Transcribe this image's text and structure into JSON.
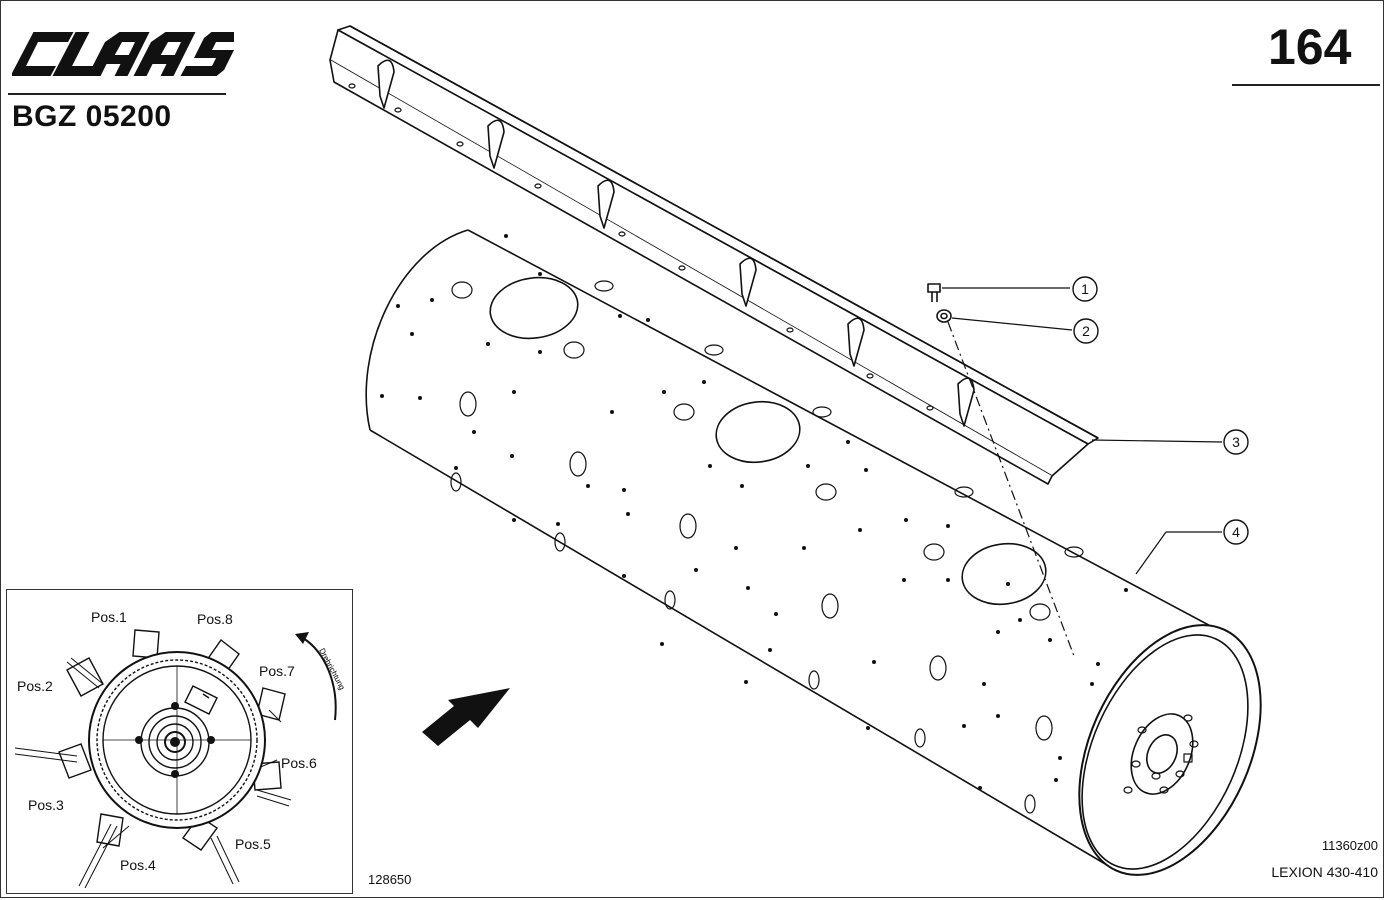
{
  "header": {
    "brand": "CLAAS",
    "doc_code": "BGZ 05200",
    "page_number": "164"
  },
  "callouts": [
    {
      "number": "1",
      "part": "screw"
    },
    {
      "number": "2",
      "part": "washer"
    },
    {
      "number": "3",
      "part": "rasp-bar-strip"
    },
    {
      "number": "4",
      "part": "drum"
    }
  ],
  "inset": {
    "positions": [
      "Pos.1",
      "Pos.8",
      "Pos.7",
      "Pos.2",
      "Pos.6",
      "Pos.3",
      "Pos.5",
      "Pos.4"
    ],
    "rotation_label": "Drehrichtung"
  },
  "footer": {
    "drawing_number": "128650",
    "ref_code": "11360z00",
    "model": "LEXION 430-410"
  },
  "colors": {
    "line": "#111111",
    "paper": "#ffffff"
  }
}
